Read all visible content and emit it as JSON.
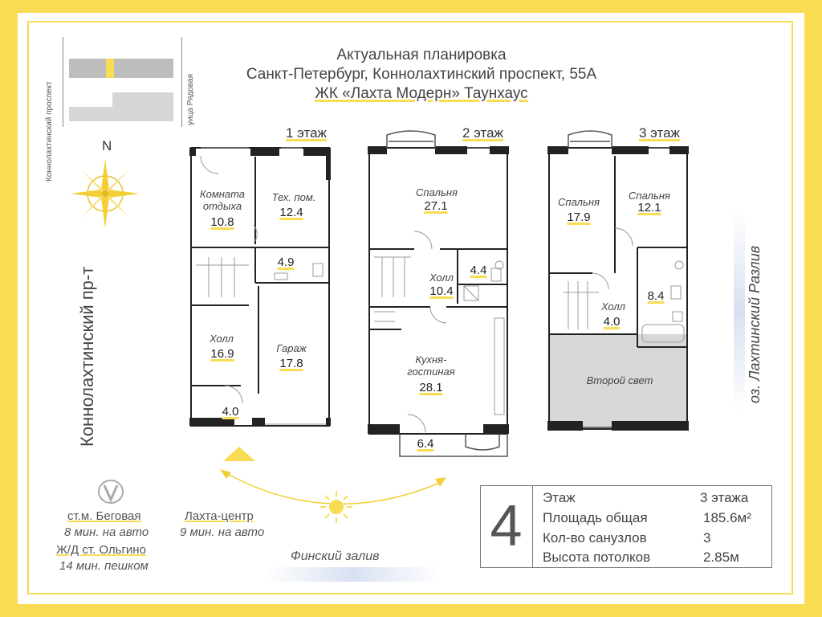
{
  "header": {
    "line1": "Актуальная планировка",
    "line2": "Санкт-Петербург, Коннолахтинский проспект, 55А",
    "line3": "ЖК «Лахта Модерн» Таунхаус"
  },
  "map": {
    "street_left_small": "Коннолахтинский проспект",
    "street_right_small": "уица Рядовая",
    "compass_north": "N",
    "street_big": "Коннолахтинский пр-т",
    "lake": "оз. Лахтинский Разлив",
    "gulf": "Финский залив"
  },
  "floors": {
    "f1": {
      "label": "1 этаж",
      "rooms": [
        {
          "name": "Комната отдыха",
          "area": "10.8"
        },
        {
          "name": "Тех. пом.",
          "area": "12.4"
        },
        {
          "name": "",
          "area": "4.9"
        },
        {
          "name": "Холл",
          "area": "16.9"
        },
        {
          "name": "Гараж",
          "area": "17.8"
        },
        {
          "name": "",
          "area": "4.0"
        }
      ]
    },
    "f2": {
      "label": "2 этаж",
      "rooms": [
        {
          "name": "Спальня",
          "area": "27.1"
        },
        {
          "name": "Холл",
          "area": "10.4"
        },
        {
          "name": "",
          "area": "4.4"
        },
        {
          "name": "Кухня- гостиная",
          "area": "28.1"
        },
        {
          "name": "",
          "area": "6.4"
        }
      ]
    },
    "f3": {
      "label": "3 этаж",
      "rooms": [
        {
          "name": "Спальня",
          "area": "17.9"
        },
        {
          "name": "Спальня",
          "area": "12.1"
        },
        {
          "name": "",
          "area": "8.4"
        },
        {
          "name": "Холл",
          "area": "4.0"
        },
        {
          "name": "Второй свет",
          "area": ""
        }
      ]
    }
  },
  "transport": {
    "metro_name": "ст.м. Беговая",
    "metro_time": "8 мин. на авто",
    "lakhta_name": "Лахта-центр",
    "lakhta_time": "9 мин. на авто",
    "rail_name": "Ж/Д ст. Ольгино",
    "rail_time": "14 мин. пешком"
  },
  "info": {
    "number": "4",
    "rows": [
      {
        "label": "Этаж",
        "value": "3 этажа"
      },
      {
        "label": "Площадь общая",
        "value": "185.6м²"
      },
      {
        "label": "Кол-во санузлов",
        "value": "3"
      },
      {
        "label": "Высота потолков",
        "value": "2.85м"
      }
    ]
  },
  "colors": {
    "accent": "#f9dc54",
    "wall": "#222222",
    "text": "#444444"
  }
}
